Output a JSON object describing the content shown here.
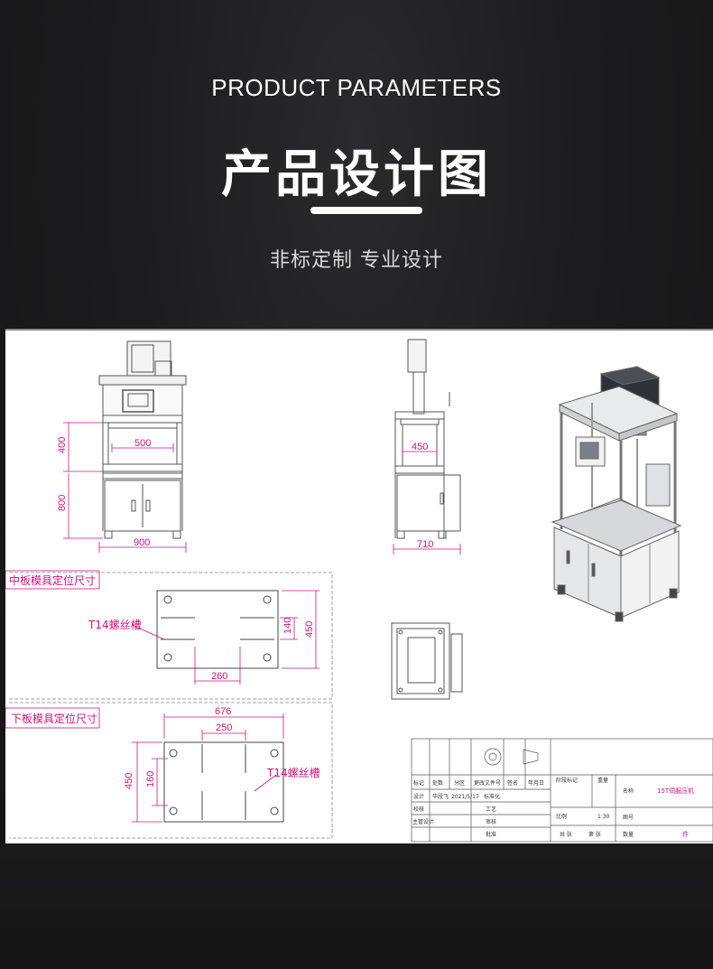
{
  "header": {
    "en_title": "PRODUCT  PARAMETERS",
    "cn_title": "产品设计图",
    "subtitle": "非标定制  专业设计"
  },
  "drawing": {
    "front_dims": {
      "top_width": "500",
      "upper_height": "400",
      "lower_height": "800",
      "base_width": "900"
    },
    "side_dims": {
      "top_width": "450",
      "base_width": "710"
    },
    "middle_plate": {
      "title": "中板模具定位尺寸",
      "slot_label": "T14螺丝槽",
      "dim_slot_gap": "140",
      "dim_height": "450",
      "dim_width": "260"
    },
    "lower_plate": {
      "title": "下板模具定位尺寸",
      "slot_label": "T14螺丝槽",
      "dim_total_width": "676",
      "dim_inner_width": "250",
      "dim_height": "450",
      "dim_inner_height": "160"
    },
    "title_block": {
      "row1": [
        "标记",
        "处数",
        "分区",
        "更改文件号",
        "签名",
        "年月日"
      ],
      "row2": [
        "设计",
        "毕段飞",
        "2021/5/17",
        "标准化"
      ],
      "row3": [
        "校核",
        "工艺"
      ],
      "row4": [
        "主管设计",
        "审核"
      ],
      "row5": [
        "批准"
      ],
      "stage_label": "阶段标记",
      "weight_label": "重量",
      "scale_label": "比例",
      "scale_value": "1:30",
      "sheet_total": "共  张",
      "sheet_no": "第  张",
      "name_label": "名称",
      "name_value": "15T伺服压机",
      "drawing_no_label": "图号",
      "qty_label": "数量",
      "qty_value": "件"
    }
  },
  "colors": {
    "background": "#1c1c1e",
    "dimension": "#d4147a",
    "line": "#555555"
  }
}
